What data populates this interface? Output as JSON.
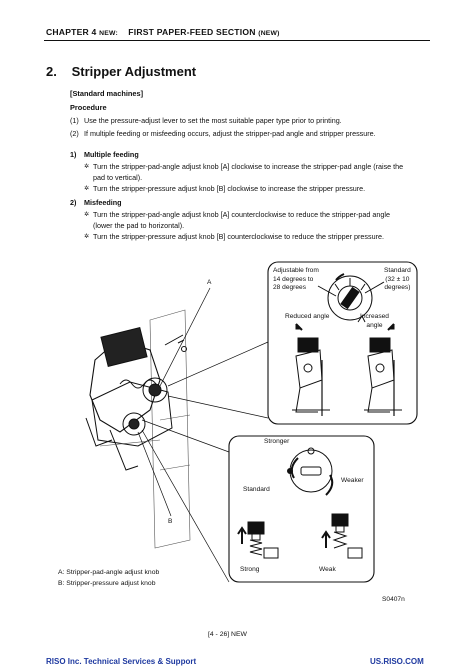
{
  "header": {
    "chapter": "CHAPTER 4",
    "chapter_new": "NEW:",
    "section": "FIRST PAPER-FEED SECTION",
    "section_new": "(NEW)"
  },
  "section": {
    "number": "2.",
    "title": "Stripper Adjustment",
    "subtitle": "[Standard machines]",
    "procedure_label": "Procedure",
    "steps": [
      {
        "num": "(1)",
        "text": "Use the pressure-adjust lever to set the most suitable paper type prior to printing."
      },
      {
        "num": "(2)",
        "text": "If multiple feeding or misfeeding occurs, adjust the stripper-pad angle and stripper pressure."
      }
    ],
    "cases": [
      {
        "num": "1)",
        "title": "Multiple feeding",
        "bullets": [
          {
            "line1": "Turn the stripper-pad-angle adjust knob [A] clockwise to increase the stripper-pad angle (raise the",
            "line2": "pad to vertical)."
          },
          {
            "line1": "Turn the stripper-pressure adjust knob [B] clockwise to increase the stripper pressure.",
            "line2": ""
          }
        ]
      },
      {
        "num": "2)",
        "title": "Misfeeding",
        "bullets": [
          {
            "line1": "Turn the stripper-pad-angle adjust knob [A] counterclockwise to reduce the stripper-pad angle",
            "line2": "(lower the pad to horizontal)."
          },
          {
            "line1": "Turn the stripper-pressure adjust knob [B] counterclockwise to reduce the stripper pressure.",
            "line2": ""
          }
        ]
      }
    ],
    "bullet_glyph": "✲"
  },
  "figure": {
    "label_a": "A",
    "label_b": "B",
    "angle_box": {
      "adjustable_l1": "Adjustable from",
      "adjustable_l2": "14 degrees to",
      "adjustable_l3": "28 degrees",
      "standard_l1": "Standard",
      "standard_l2": "(32 ± 10",
      "standard_l3": "degrees)",
      "reduced": "Reduced angle",
      "increased_l1": "Increased",
      "increased_l2": "angle"
    },
    "pressure_box": {
      "stronger": "Stronger",
      "weaker": "Weaker",
      "standard": "Standard",
      "strong": "Strong",
      "weak": "Weak"
    },
    "legend_a": "A: Stripper-pad-angle adjust knob",
    "legend_b": "B: Stripper-pressure adjust knob",
    "code": "S0407n"
  },
  "footer": {
    "page": "[4 - 26] NEW",
    "company": "RISO Inc. Technical Services & Support",
    "site": "US.RISO.COM"
  },
  "colors": {
    "footer_text": "#1f3aa0"
  }
}
